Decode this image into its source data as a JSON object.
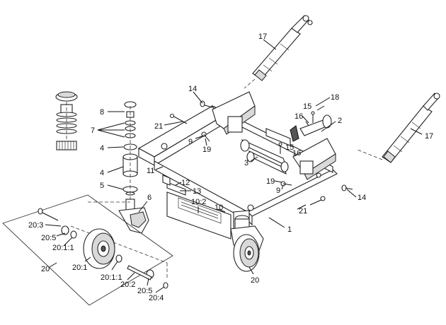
{
  "callouts": [
    {
      "id": "c17a",
      "text": "17"
    },
    {
      "id": "c17b",
      "text": "17"
    },
    {
      "id": "c14a",
      "text": "14"
    },
    {
      "id": "c14b",
      "text": "14"
    },
    {
      "id": "c15a",
      "text": "15"
    },
    {
      "id": "c15b",
      "text": "15"
    },
    {
      "id": "c18",
      "text": "18"
    },
    {
      "id": "c16a",
      "text": "16"
    },
    {
      "id": "c16b",
      "text": "16"
    },
    {
      "id": "c2",
      "text": "2"
    },
    {
      "id": "c8",
      "text": "8"
    },
    {
      "id": "c7",
      "text": "7"
    },
    {
      "id": "c21a",
      "text": "21"
    },
    {
      "id": "c21b",
      "text": "21"
    },
    {
      "id": "c9a",
      "text": "9"
    },
    {
      "id": "c9b",
      "text": "9"
    },
    {
      "id": "c19a",
      "text": "19"
    },
    {
      "id": "c19b",
      "text": "19"
    },
    {
      "id": "c4a",
      "text": "4"
    },
    {
      "id": "c4b",
      "text": "4"
    },
    {
      "id": "c3",
      "text": "3"
    },
    {
      "id": "c11",
      "text": "11"
    },
    {
      "id": "c5",
      "text": "5"
    },
    {
      "id": "c12",
      "text": "12"
    },
    {
      "id": "c13",
      "text": "13"
    },
    {
      "id": "c6",
      "text": "6"
    },
    {
      "id": "c10-2",
      "text": "10:2"
    },
    {
      "id": "c10",
      "text": "10"
    },
    {
      "id": "c1",
      "text": "1"
    },
    {
      "id": "c20-3",
      "text": "20:3"
    },
    {
      "id": "c20-5a",
      "text": "20:5"
    },
    {
      "id": "c20-1-1a",
      "text": "20:1:1"
    },
    {
      "id": "c20a",
      "text": "20"
    },
    {
      "id": "c20-1",
      "text": "20:1"
    },
    {
      "id": "c20-1-1b",
      "text": "20:1:1"
    },
    {
      "id": "c20-2",
      "text": "20:2"
    },
    {
      "id": "c20-5b",
      "text": "20:5"
    },
    {
      "id": "c20-4",
      "text": "20:4"
    },
    {
      "id": "c20b",
      "text": "20"
    }
  ]
}
